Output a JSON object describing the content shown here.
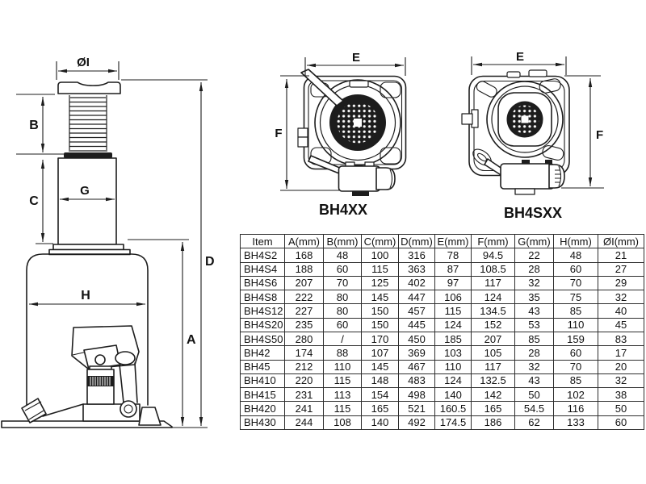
{
  "side_view": {
    "dim_labels": {
      "oi": "ØI",
      "b": "B",
      "c": "C",
      "g": "G",
      "h": "H",
      "a": "A",
      "d": "D"
    }
  },
  "top_views": {
    "bh4xx": {
      "label": "BH4XX",
      "dims": {
        "e": "E",
        "f": "F"
      }
    },
    "bh4sxx": {
      "label": "BH4SXX",
      "dims": {
        "e": "E",
        "f": "F"
      }
    }
  },
  "table": {
    "columns": [
      "Item",
      "A(mm)",
      "B(mm)",
      "C(mm)",
      "D(mm)",
      "E(mm)",
      "F(mm)",
      "G(mm)",
      "H(mm)",
      "ØI(mm)"
    ],
    "rows": [
      [
        "BH4S2",
        168,
        48,
        100,
        316,
        78,
        94.5,
        22,
        48,
        21
      ],
      [
        "BH4S4",
        188,
        60,
        115,
        363,
        87,
        108.5,
        28,
        60,
        27
      ],
      [
        "BH4S6",
        207,
        70,
        125,
        402,
        97,
        117,
        32,
        70,
        29
      ],
      [
        "BH4S8",
        222,
        80,
        145,
        447,
        106,
        124,
        35,
        75,
        32
      ],
      [
        "BH4S12",
        227,
        80,
        150,
        457,
        115,
        134.5,
        43,
        85,
        40
      ],
      [
        "BH4S20",
        235,
        60,
        150,
        445,
        124,
        152,
        53,
        110,
        45
      ],
      [
        "BH4S50",
        280,
        "/",
        170,
        450,
        185,
        207,
        85,
        159,
        83
      ],
      [
        "BH42",
        174,
        88,
        107,
        369,
        103,
        105,
        28,
        60,
        17
      ],
      [
        "BH45",
        212,
        110,
        145,
        467,
        110,
        117,
        32,
        70,
        20
      ],
      [
        "BH410",
        220,
        115,
        148,
        483,
        124,
        132.5,
        43,
        85,
        32
      ],
      [
        "BH415",
        231,
        113,
        154,
        498,
        140,
        142,
        50,
        102,
        38
      ],
      [
        "BH420",
        241,
        115,
        165,
        521,
        160.5,
        165,
        54.5,
        116,
        50
      ],
      [
        "BH430",
        244,
        108,
        140,
        492,
        174.5,
        186,
        62,
        133,
        60
      ]
    ]
  },
  "colors": {
    "line": "#1d1d1d",
    "background": "#ffffff",
    "table_border": "#2e2e2e"
  }
}
